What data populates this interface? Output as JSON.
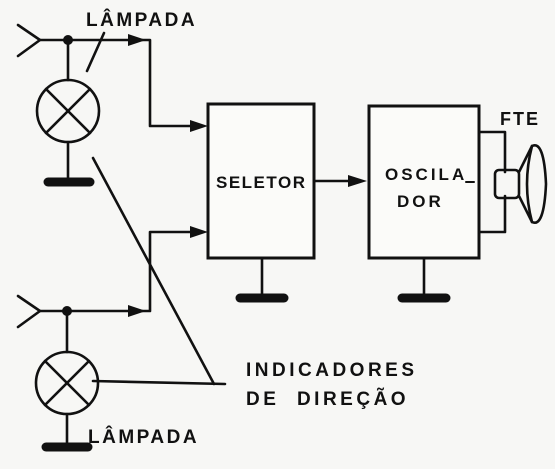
{
  "labels": {
    "lamp_top": "LÂMPADA",
    "lamp_bottom": "LÂMPADA",
    "selector": "SELETOR",
    "oscillator_line1": "OSCILA",
    "oscillator_line2": "DOR",
    "speaker": "FTE",
    "indicators_line1": "INDICADORES",
    "indicators_line2": "DE  DIREÇÃO"
  },
  "colors": {
    "ink": "#111111",
    "paper": "#f7f7f5"
  }
}
